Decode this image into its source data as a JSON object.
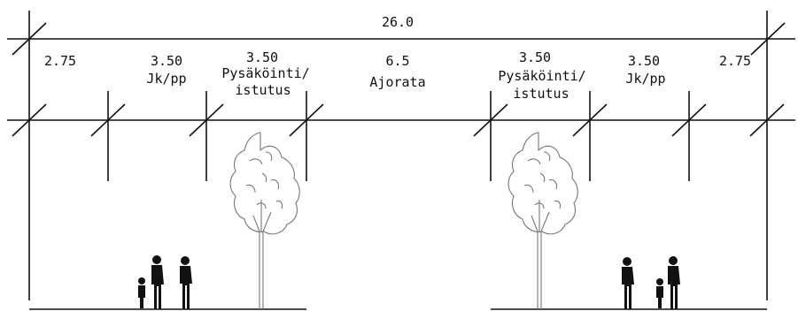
{
  "total": "26.0",
  "segments": [
    {
      "width": "2.75",
      "label": ""
    },
    {
      "width": "3.50",
      "label": "Jk/pp"
    },
    {
      "width": "3.50",
      "label": "Pysäköinti/",
      "label2": "istutus"
    },
    {
      "width": "6.5",
      "label": "Ajorata"
    },
    {
      "width": "3.50",
      "label": "Pysäköinti/",
      "label2": "istutus"
    },
    {
      "width": "3.50",
      "label": "Jk/pp"
    },
    {
      "width": "2.75",
      "label": ""
    }
  ]
}
